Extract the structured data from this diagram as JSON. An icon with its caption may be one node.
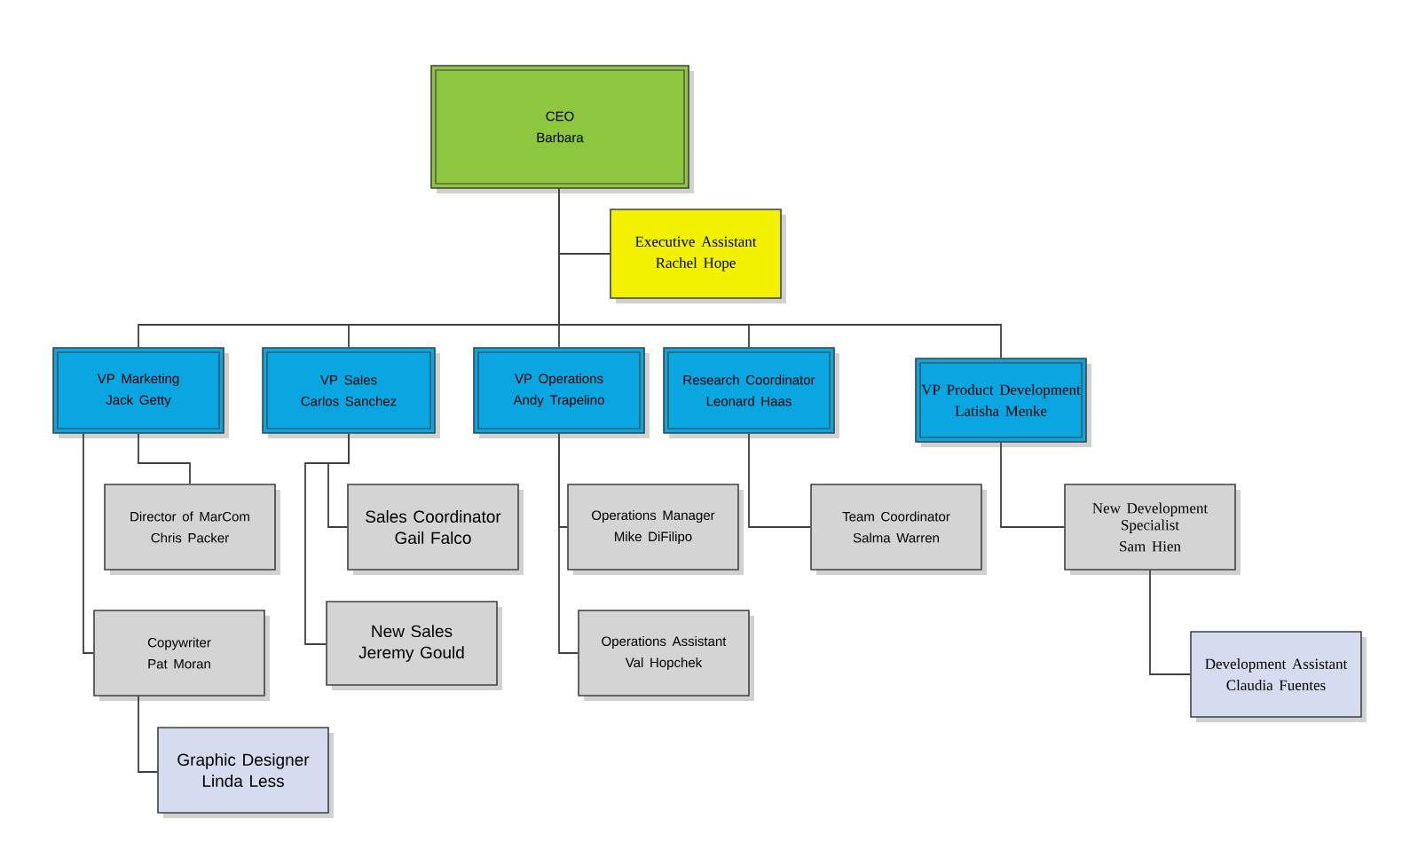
{
  "diagram": {
    "nodes": [
      {
        "text": [
          "CEO",
          "Barbara"
        ]
      },
      {
        "text": [
          "Executive Assistant",
          "Rachel Hope"
        ]
      },
      {
        "text": [
          "VP Marketing",
          "Jack Getty"
        ]
      },
      {
        "text": [
          "VP Sales",
          "Carlos Sanchez"
        ]
      },
      {
        "text": [
          "VP Operations",
          "Andy Trapelino"
        ]
      },
      {
        "text": [
          "Research Coordinator",
          "Leonard Haas"
        ]
      },
      {
        "text": [
          "VP Product Development",
          "Latisha Menke"
        ]
      },
      {
        "text": [
          "Director of MarCom",
          "Chris Packer"
        ]
      },
      {
        "text": [
          "Copywriter",
          "Pat Moran"
        ]
      },
      {
        "text": [
          "Graphic Designer",
          "Linda Less"
        ]
      },
      {
        "text": [
          "Sales Coordinator",
          "Gail Falco"
        ]
      },
      {
        "text": [
          "New Sales",
          "Jeremy Gould"
        ]
      },
      {
        "text": [
          "Operations Manager",
          "Mike DiFilipo"
        ]
      },
      {
        "text": [
          "Operations Assistant",
          "Val Hopchek"
        ]
      },
      {
        "text": [
          "Team Coordinator",
          "Salma Warren"
        ]
      },
      {
        "text": [
          "New Development Specialist",
          "Sam Hien"
        ]
      },
      {
        "text": [
          "Development Assistant",
          "Claudia Fuentes"
        ]
      }
    ],
    "edges": [
      {
        "from": 0,
        "to": 1,
        "arrow": "none"
      },
      {
        "from": 0,
        "to": 2,
        "arrow": "none"
      },
      {
        "from": 0,
        "to": 3,
        "arrow": "none"
      },
      {
        "from": 0,
        "to": 4,
        "arrow": "none"
      },
      {
        "from": 0,
        "to": 5,
        "arrow": "none"
      },
      {
        "from": 0,
        "to": 6,
        "arrow": "none"
      },
      {
        "from": 2,
        "to": 7,
        "arrow": "none"
      },
      {
        "from": 2,
        "to": 8,
        "arrow": "none"
      },
      {
        "from": 8,
        "to": 9,
        "arrow": "none"
      },
      {
        "from": 3,
        "to": 10,
        "arrow": "none"
      },
      {
        "from": 3,
        "to": 11,
        "arrow": "none"
      },
      {
        "from": 4,
        "to": 12,
        "arrow": "none"
      },
      {
        "from": 4,
        "to": 13,
        "arrow": "none"
      },
      {
        "from": 5,
        "to": 14,
        "arrow": "none"
      },
      {
        "from": 6,
        "to": 15,
        "arrow": "none"
      },
      {
        "from": 15,
        "to": 16,
        "arrow": "none"
      }
    ]
  }
}
